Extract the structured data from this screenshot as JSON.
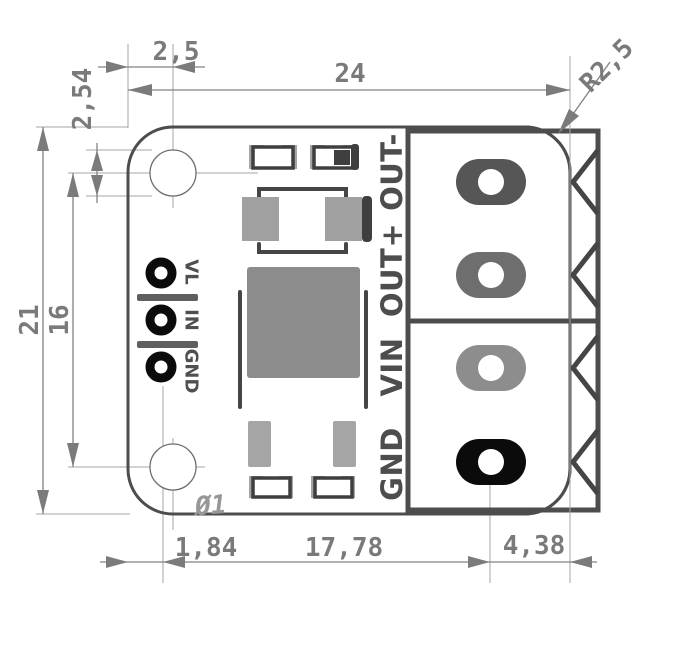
{
  "drawing": {
    "type": "pcb-dimension-drawing",
    "units_style": "millimeters (comma decimal)",
    "dims": {
      "hole_offset_x": "2,5",
      "hole_diameter": "2,54",
      "board_width": "24",
      "corner_radius": "R2,5",
      "board_height": "21",
      "hole_spacing": "16",
      "pad_col_offset": "1,84",
      "pad_span": "17,78",
      "terminal_offset": "4,38"
    },
    "pins": {
      "left": [
        "VL",
        "IN",
        "GND"
      ],
      "right": [
        "OUT-",
        "OUT+",
        "VIN",
        "GND"
      ]
    },
    "silkscreen": {
      "revision": "Ø1"
    },
    "colors": {
      "board_outline": "#4d4d4d",
      "dimension_gray": "#7a7a7a",
      "pad_out_minus": "#565656",
      "pad_out_plus": "#6e6e6e",
      "pad_vin": "#8d8d8d",
      "pad_gnd": "#0b0b0b",
      "smd_pad_gray": "#a5a5a5",
      "ic_body_gray": "#8c8c8c"
    }
  }
}
